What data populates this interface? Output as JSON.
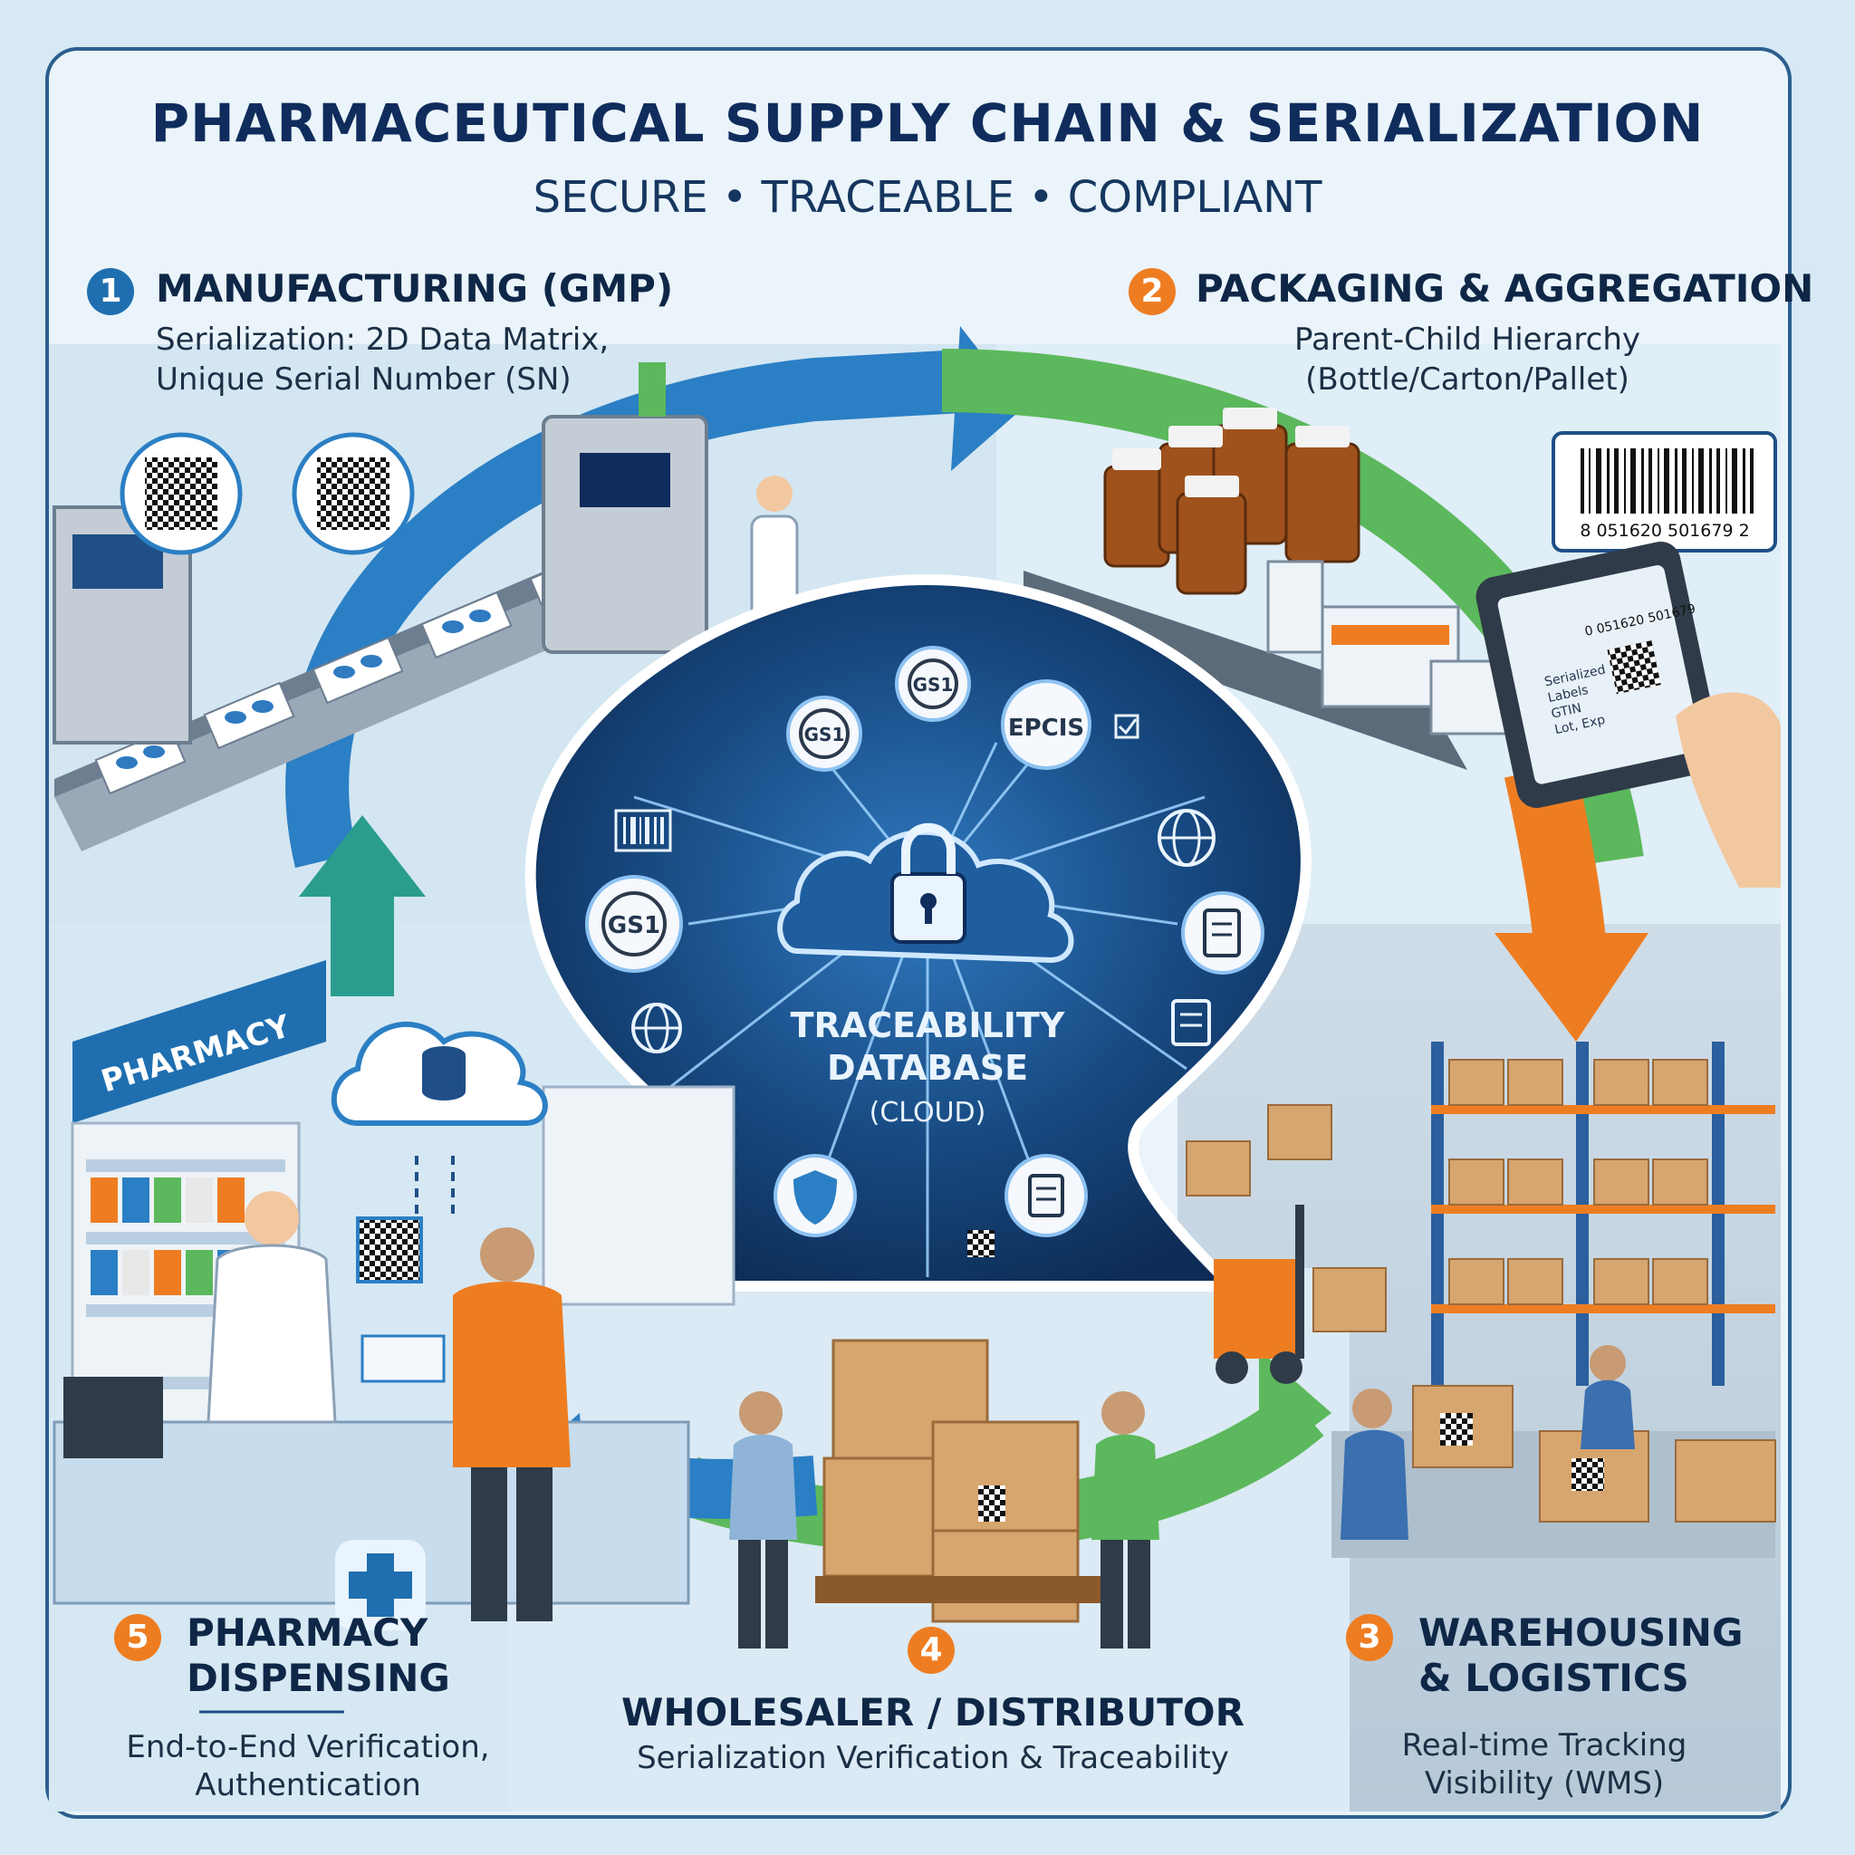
{
  "header": {
    "title": "PHARMACEUTICAL SUPPLY CHAIN & SERIALIZATION",
    "subtitle": "SECURE • TRACEABLE • COMPLIANT"
  },
  "steps": [
    {
      "number": "1",
      "title": "MANUFACTURING (GMP)",
      "desc": [
        "Serialization: 2D Data Matrix,",
        "Unique Serial Number (SN)"
      ]
    },
    {
      "number": "2",
      "title": "PACKAGING & AGGREGATION",
      "desc": [
        "Parent-Child Hierarchy",
        "(Bottle/Carton/Pallet)"
      ]
    },
    {
      "number": "3",
      "title": [
        "WAREHOUSING",
        "& LOGISTICS"
      ],
      "desc": [
        "Real-time Tracking",
        "Visibility (WMS)"
      ]
    },
    {
      "number": "4",
      "title": "WHOLESALER / DISTRIBUTOR",
      "desc": [
        "Serialization Verification & Traceability"
      ]
    },
    {
      "number": "5",
      "title": [
        "PHARMACY",
        "DISPENSING"
      ],
      "desc": [
        "End-to-End Verification,",
        "Authentication"
      ]
    }
  ],
  "center": {
    "lines": [
      "TRACEABILITY",
      "DATABASE",
      "(CLOUD)"
    ],
    "nodes": {
      "gs1": "GS1",
      "epcis": "EPCIS"
    }
  },
  "labels": {
    "pharmacy_sign": "PHARMACY",
    "barcode_number": "8  051620  501679  2",
    "tablet_code": "0 051620 501679",
    "tablet_lines": [
      "Serialized",
      "Labels",
      "GTIN",
      "Lot, Exp"
    ]
  },
  "colors": {
    "blue": "#1f6fb0",
    "orange": "#ee7d22",
    "green": "#5cb85c",
    "navy": "#0f2c5c"
  }
}
